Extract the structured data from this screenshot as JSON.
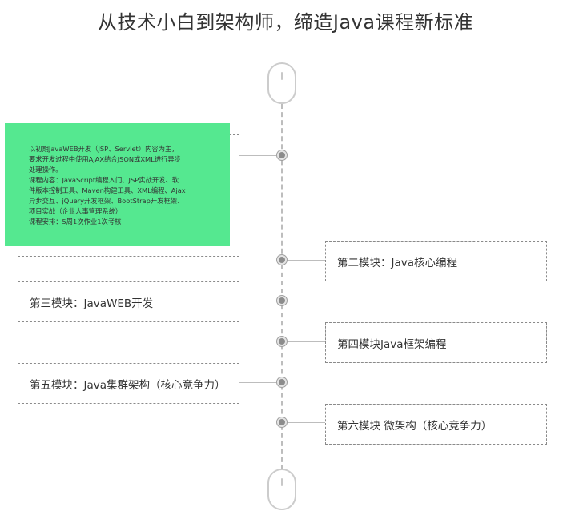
{
  "title": "从技术小白到架构师，缔造Java课程新标准",
  "module1_detail": [
    "以初期JavaWEB开发（JSP、Servlet）内容为主，",
    "要求开发过程中使用AJAX结合JSON或XML进行异步",
    "处理操作。",
    "课程内容：JavaScript编程入门、JSP实战开发、软",
    "件版本控制工具、Maven构建工具、XML编程、Ajax",
    "异步交互、jQuery开发框架、BootStrap开发框架、",
    "项目实战（企业人事管理系统）",
    "课程安排：5周1次作业1次考核"
  ],
  "modules": [
    {
      "label": "第二模块：Java核心编程",
      "side": "right"
    },
    {
      "label": "第三模块：JavaWEB开发",
      "side": "left"
    },
    {
      "label": "第四模块Java框架编程",
      "side": "right"
    },
    {
      "label": "第五模块：Java集群架构（核心竞争力）",
      "side": "left"
    },
    {
      "label": "第六模块 微架构（核心竞争力）",
      "side": "right"
    }
  ],
  "icons": {
    "top": "mouse-scroll-icon",
    "bottom": "mouse-scroll-icon"
  },
  "colors": {
    "highlight": "#55e890",
    "border": "#8a8a8a",
    "axis": "#bdbdbd",
    "node": "#8c8c8c"
  }
}
